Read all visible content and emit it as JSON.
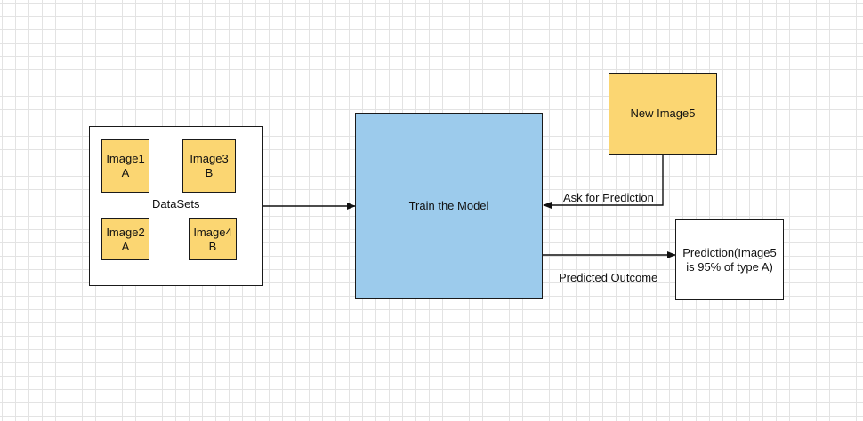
{
  "diagram": {
    "dataset_group": {
      "label": "DataSets",
      "images": [
        {
          "name": "Image1",
          "class": "A"
        },
        {
          "name": "Image3",
          "class": "B"
        },
        {
          "name": "Image2",
          "class": "A"
        },
        {
          "name": "Image4",
          "class": "B"
        }
      ]
    },
    "train_node": {
      "label": "Train the Model"
    },
    "new_image_node": {
      "label": "New Image5"
    },
    "prediction_node": {
      "line1": "Prediction(Image5",
      "line2": "is 95% of type A)"
    },
    "edges": {
      "ask": "Ask for Prediction",
      "predicted": "Predicted Outcome"
    },
    "colors": {
      "image_fill": "#fbd672",
      "model_fill": "#9ccbec",
      "stroke": "#1a1a1a"
    }
  }
}
